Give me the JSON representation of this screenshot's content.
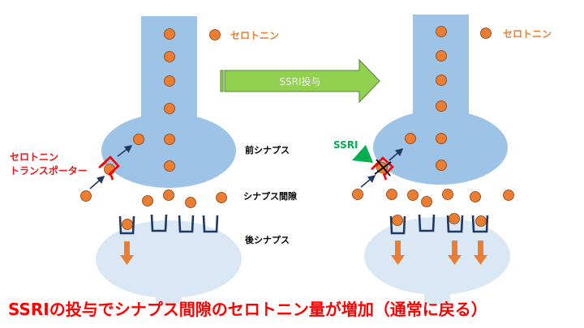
{
  "diagram": {
    "legend": {
      "serotonin_label": "セロトニン"
    },
    "arrow": {
      "label": "SSRI投与"
    },
    "regions": {
      "presynapse": "前シナプス",
      "synaptic_cleft": "シナプス間隙",
      "postsynapse": "後シナプス"
    },
    "left": {
      "transporter_label_line1": "セロトニン",
      "transporter_label_line2": "トランスポーター"
    },
    "right": {
      "ssri_label": "SSRI"
    },
    "caption": "SSRIの投与でシナプス間隙のセロトニン量が増加（通常に戻る）",
    "colors": {
      "neuron": "#9DC3E6",
      "post_neuron": "#DAE8F5",
      "serotonin": "#ED7D31",
      "serotonin_stroke": "#843C0C",
      "receptor": "#1F3864",
      "transporter": "#FF0000",
      "ssri": "#00B050",
      "arrow": "#92D050",
      "arrow_stroke": "#548235",
      "caption": "#FF0000",
      "legend_text": "#ED7D31"
    }
  }
}
